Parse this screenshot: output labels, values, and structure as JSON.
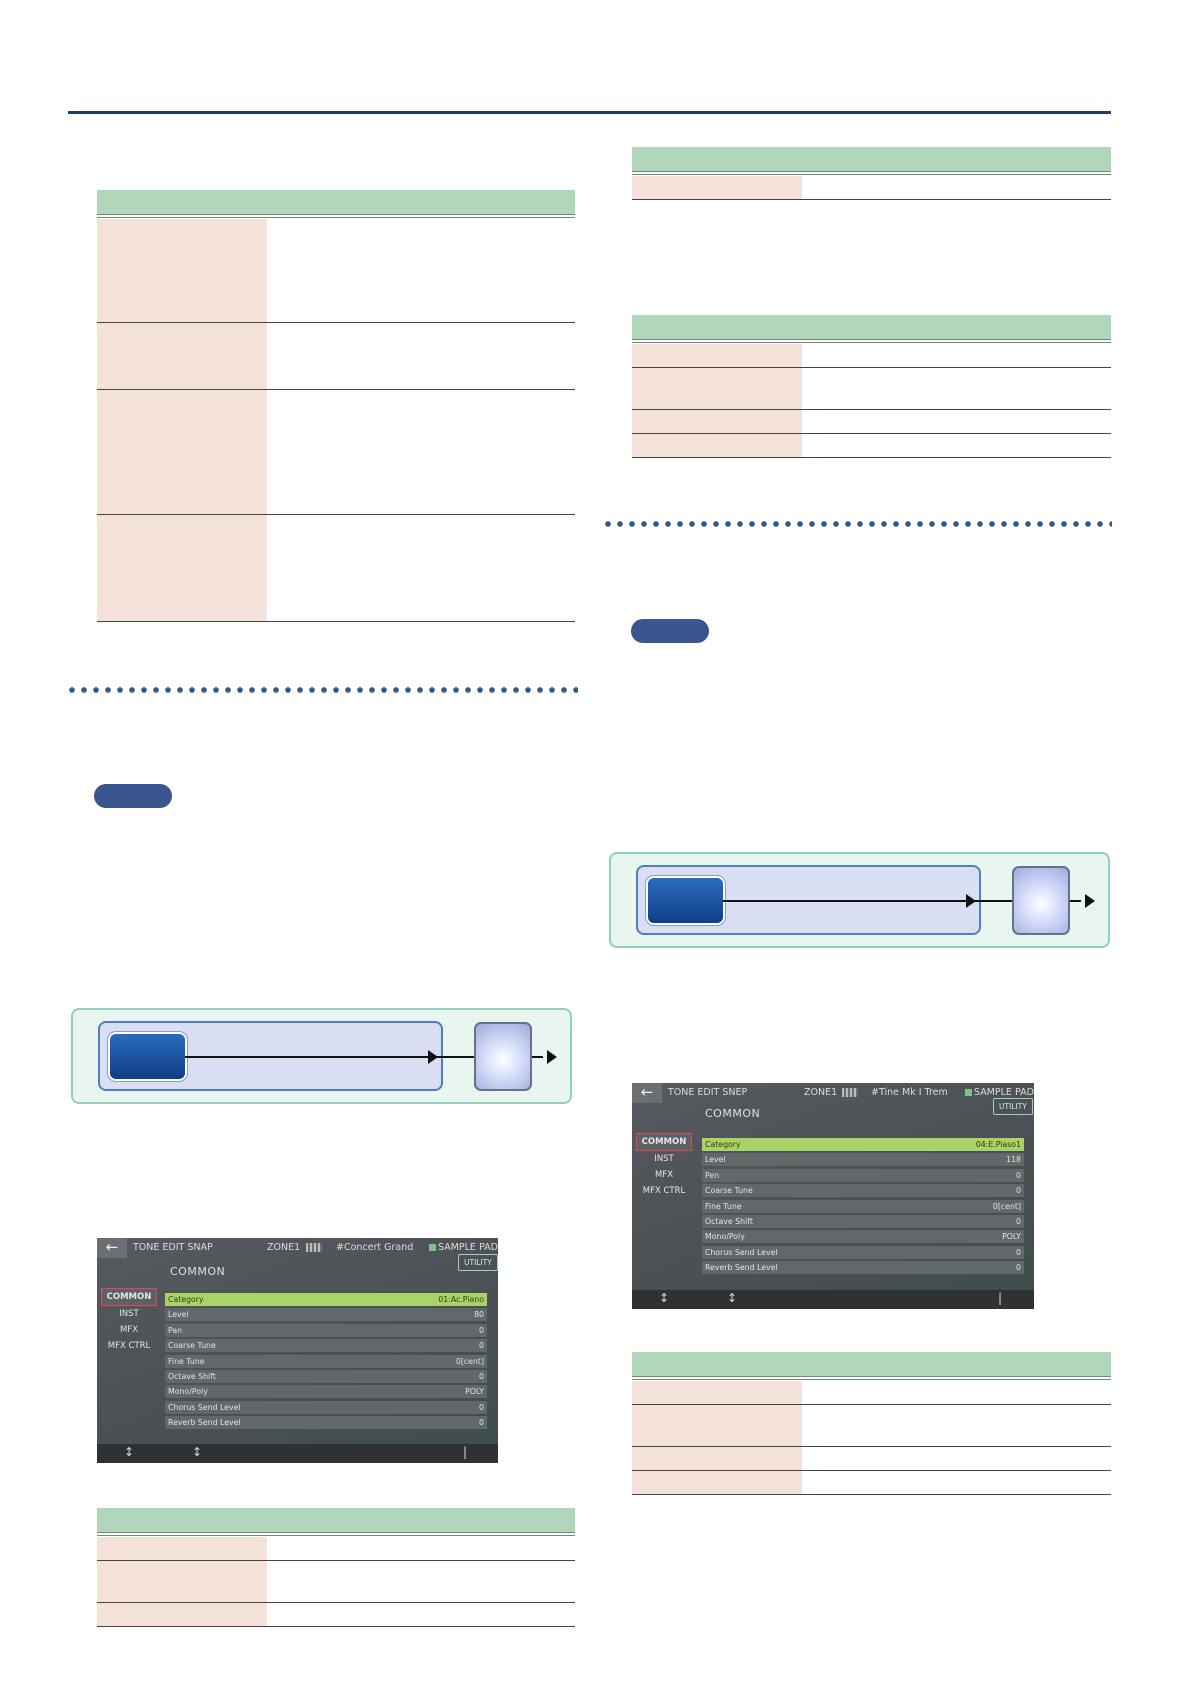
{
  "page": {
    "top_rule_color": "#1e3f66"
  },
  "tables": {
    "left_top": {
      "header": "",
      "rows": [
        {
          "name": "",
          "desc": ""
        },
        {
          "name": "",
          "desc": ""
        },
        {
          "name": "",
          "desc": ""
        },
        {
          "name": "",
          "desc": ""
        }
      ]
    },
    "left_bottom": {
      "header": "",
      "rows": [
        {
          "name": "",
          "desc": ""
        },
        {
          "name": "",
          "desc": ""
        },
        {
          "name": "",
          "desc": ""
        }
      ]
    },
    "right_top": {
      "header": "",
      "rows": [
        {
          "name": "",
          "desc": ""
        }
      ]
    },
    "right_mid": {
      "header": "",
      "rows": [
        {
          "name": "",
          "desc": ""
        },
        {
          "name": "",
          "desc": ""
        },
        {
          "name": "",
          "desc": ""
        },
        {
          "name": "",
          "desc": ""
        }
      ]
    },
    "right_bottom": {
      "header": "",
      "rows": [
        {
          "name": "",
          "desc": ""
        },
        {
          "name": "",
          "desc": ""
        },
        {
          "name": "",
          "desc": ""
        },
        {
          "name": "",
          "desc": ""
        }
      ]
    }
  },
  "colors": {
    "table_header": "#b1d6ba",
    "param_cell": "#f3e1da",
    "dots": "#2f5a8c",
    "pill": "#3b5590",
    "diagram_frame": "#8fd2b9",
    "highlight_row": "#a9d366"
  },
  "screens": {
    "left": {
      "title": "TONE EDIT SNAP",
      "zone": "ZONE1",
      "tone_name": "#Concert Grand",
      "sample_pad": "SAMPLE PAD",
      "subtitle": "COMMON",
      "utility": "UTILITY",
      "nav": [
        "COMMON",
        "INST",
        "MFX",
        "MFX CTRL"
      ],
      "params": [
        {
          "label": "Category",
          "value": "01:Ac.Piano"
        },
        {
          "label": "Level",
          "value": "80"
        },
        {
          "label": "Pan",
          "value": "0"
        },
        {
          "label": "Coarse Tune",
          "value": "0"
        },
        {
          "label": "Fine Tune",
          "value": "0[cent]"
        },
        {
          "label": "Octave Shift",
          "value": "0"
        },
        {
          "label": "Mono/Poly",
          "value": "POLY"
        },
        {
          "label": "Chorus Send Level",
          "value": "0"
        },
        {
          "label": "Reverb Send Level",
          "value": "0"
        }
      ],
      "footer": [
        "↕",
        "↕",
        "|"
      ]
    },
    "right": {
      "title": "TONE EDIT SNEP",
      "zone": "ZONE1",
      "tone_name": "#Tine Mk I Trem",
      "sample_pad": "SAMPLE PAD",
      "subtitle": "COMMON",
      "utility": "UTILITY",
      "nav": [
        "COMMON",
        "INST",
        "MFX",
        "MFX CTRL"
      ],
      "params": [
        {
          "label": "Category",
          "value": "04:E.Piaso1"
        },
        {
          "label": "Level",
          "value": "118"
        },
        {
          "label": "Pen",
          "value": "0"
        },
        {
          "label": "Coarse Tune",
          "value": "0"
        },
        {
          "label": "Fine Tune",
          "value": "0[cent]"
        },
        {
          "label": "Octave Shift",
          "value": "0"
        },
        {
          "label": "Mono/Poly",
          "value": "POLY"
        },
        {
          "label": "Chorus Send Level",
          "value": "0"
        },
        {
          "label": "Reverb Send Level",
          "value": "0"
        }
      ],
      "footer": [
        "↕",
        "↕",
        "|"
      ]
    }
  },
  "icons": {
    "back": "back-arrow-icon",
    "zone_thumb": "zone-thumbnail-icon",
    "sample_pad_mark": "sample-pad-square-icon",
    "scroll": "updown-arrow-icon"
  }
}
